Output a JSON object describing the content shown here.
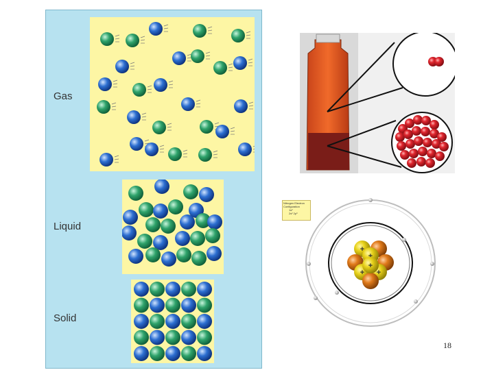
{
  "states": {
    "gas": "Gas",
    "liquid": "Liquid",
    "solid": "Solid"
  },
  "legend": {
    "line1": "Nitrogen Electron",
    "line2": "Configuration",
    "line3": "1s²",
    "line4": "2s² 2p³"
  },
  "slide_number": "18",
  "colors": {
    "panel": "#b7e2f0",
    "box": "#fdf6a4",
    "green_particle": "#2fa36b",
    "blue_particle": "#2d6fd1",
    "red_particle": "#d4202a"
  }
}
